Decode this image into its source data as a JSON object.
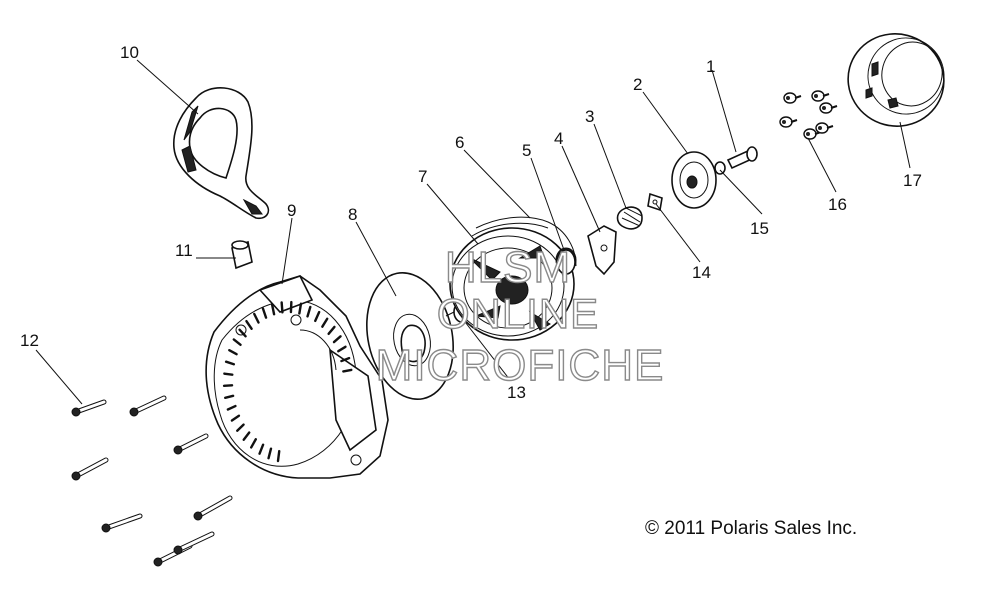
{
  "callouts": [
    {
      "id": "1",
      "text": "1"
    },
    {
      "id": "2",
      "text": "2"
    },
    {
      "id": "3",
      "text": "3"
    },
    {
      "id": "4",
      "text": "4"
    },
    {
      "id": "5",
      "text": "5"
    },
    {
      "id": "6",
      "text": "6"
    },
    {
      "id": "7",
      "text": "7"
    },
    {
      "id": "8",
      "text": "8"
    },
    {
      "id": "9",
      "text": "9"
    },
    {
      "id": "10",
      "text": "10"
    },
    {
      "id": "11",
      "text": "11"
    },
    {
      "id": "12",
      "text": "12"
    },
    {
      "id": "13",
      "text": "13"
    },
    {
      "id": "14",
      "text": "14"
    },
    {
      "id": "15",
      "text": "15"
    },
    {
      "id": "16",
      "text": "16"
    },
    {
      "id": "17",
      "text": "17"
    }
  ],
  "watermark": {
    "line1": "HLSM",
    "line2": "ONLINE",
    "line3": "MICROFICHE"
  },
  "copyright": "© 2011 Polaris Sales Inc."
}
